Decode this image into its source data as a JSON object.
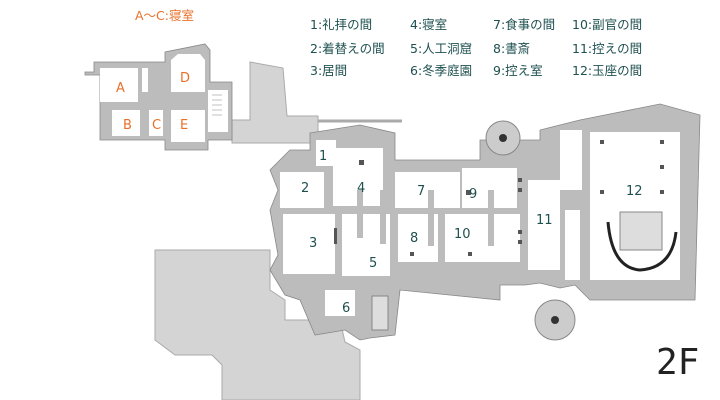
{
  "title_letters": "A〜C:寝室",
  "legend": [
    "1:礼拝の間",
    "2:着替えの間",
    "3:居間",
    "4:寝室",
    "5:人工洞窟",
    "6:冬季庭園",
    "7:食事の間",
    "8:書斎",
    "9:控え室",
    "10:副官の間",
    "11:控えの間",
    "12:玉座の間"
  ],
  "room_numbers": [
    "1",
    "2",
    "3",
    "4",
    "5",
    "6",
    "7",
    "8",
    "9",
    "10",
    "11",
    "12"
  ],
  "room_letters": [
    "A",
    "B",
    "C",
    "D",
    "E"
  ],
  "floor_label": "2F",
  "colors": {
    "legend_text": "#1f5050",
    "letters": "#e8702a",
    "wall": "#bcbcbc",
    "courtyard": "#d4d4d4"
  }
}
